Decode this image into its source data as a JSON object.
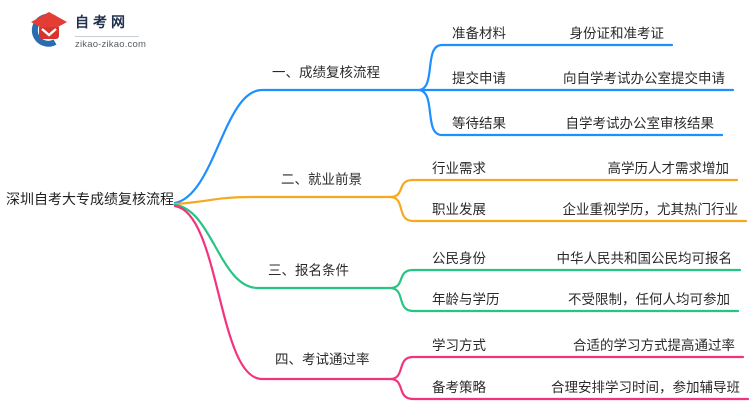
{
  "logo": {
    "title": "自考网",
    "domain": "zikao-zikao.com",
    "cap_color": "#e23e36",
    "cap_base_color": "#d5352c",
    "swoosh_color": "#2b6cb0"
  },
  "root": {
    "label": "深圳自考大专成绩复核流程"
  },
  "branches": [
    {
      "label": "一、成绩复核流程",
      "color": "#1e8ffe",
      "children": [
        {
          "key": "准备材料",
          "value": "身份证和准考证"
        },
        {
          "key": "提交申请",
          "value": "向自学考试办公室提交申请"
        },
        {
          "key": "等待结果",
          "value": "自学考试办公室审核结果"
        }
      ]
    },
    {
      "label": "二、就业前景",
      "color": "#f6a821",
      "children": [
        {
          "key": "行业需求",
          "value": "高学历人才需求增加"
        },
        {
          "key": "职业发展",
          "value": "企业重视学历，尤其热门行业"
        }
      ]
    },
    {
      "label": "三、报名条件",
      "color": "#27c584",
      "children": [
        {
          "key": "公民身份",
          "value": "中华人民共和国公民均可报名"
        },
        {
          "key": "年龄与学历",
          "value": "不受限制，任何人均可参加"
        }
      ]
    },
    {
      "label": "四、考试通过率",
      "color": "#f2337e",
      "children": [
        {
          "key": "学习方式",
          "value": "合适的学习方式提高通过率"
        },
        {
          "key": "备考策略",
          "value": "合理安排学习时间，参加辅导班"
        }
      ]
    }
  ]
}
